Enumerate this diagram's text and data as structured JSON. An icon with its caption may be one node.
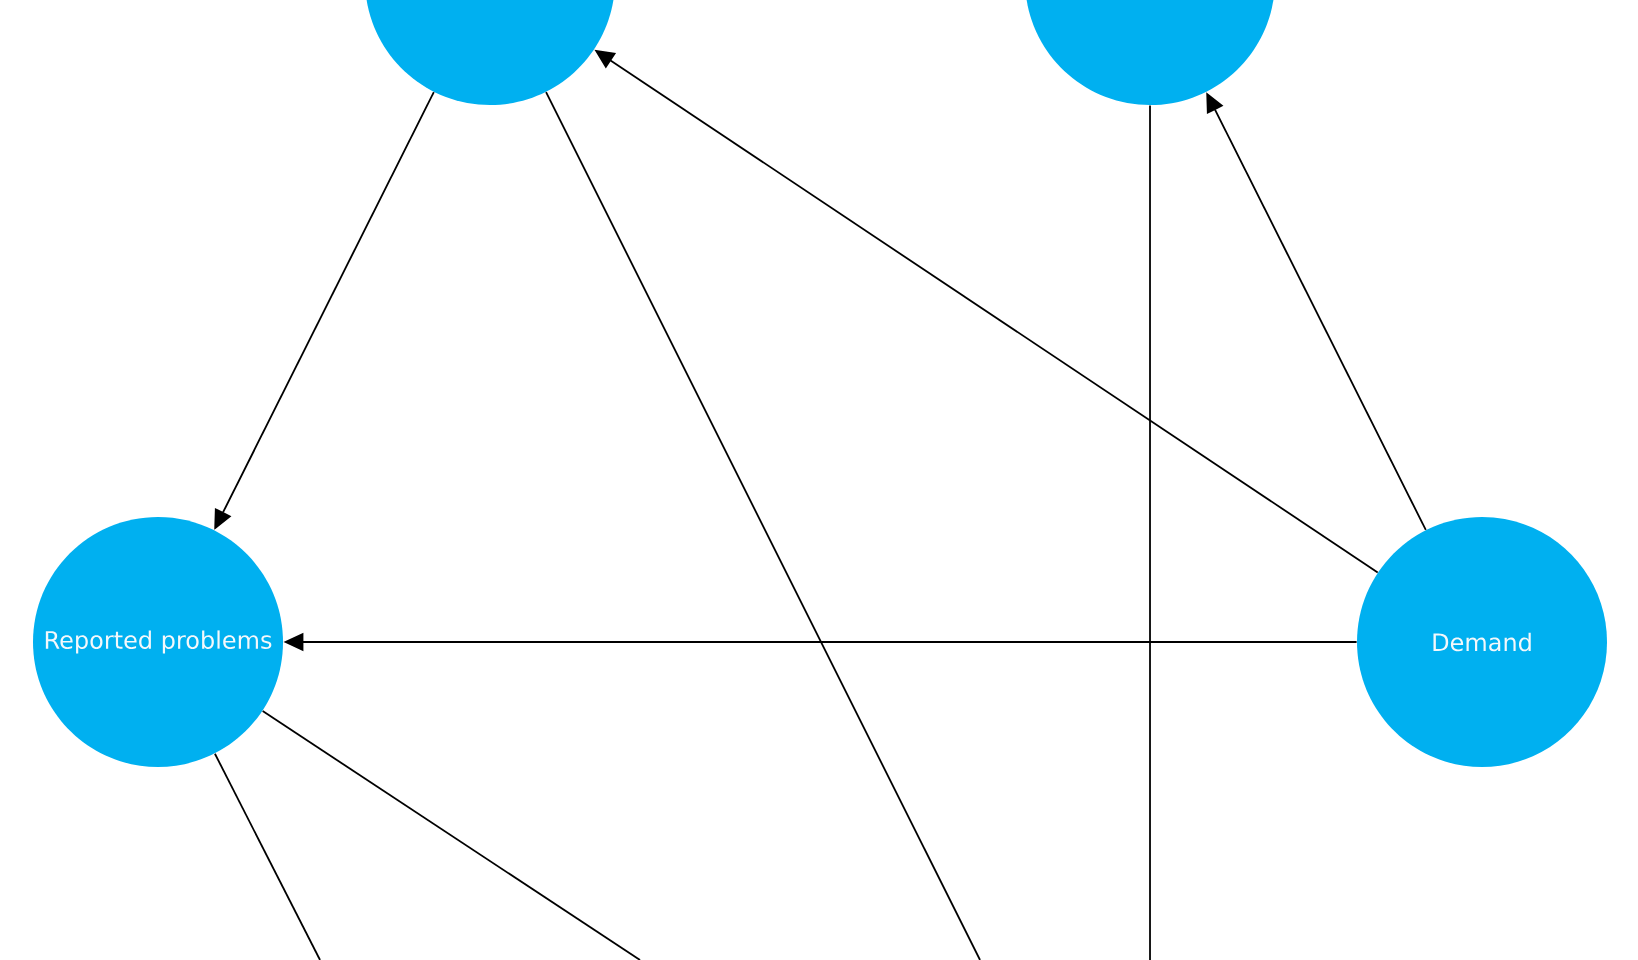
{
  "diagram": {
    "nodes": [
      {
        "text": [],
        "shape": "circle"
      },
      {
        "text": [],
        "shape": "circle"
      },
      {
        "text": [
          "Reported problems"
        ]
      },
      {
        "text": [
          "Demand"
        ]
      }
    ],
    "edges": [
      {
        "from": 0,
        "to": 2,
        "arrow": "to"
      },
      {
        "from": 3,
        "to": 0,
        "arrow": "to"
      },
      {
        "from": 3,
        "to": 1,
        "arrow": "to"
      },
      {
        "from": 3,
        "to": 2,
        "arrow": "to"
      },
      {
        "from": 2,
        "to": null,
        "arrow": "none"
      },
      {
        "from": 2,
        "to": null,
        "arrow": "none"
      },
      {
        "from": 0,
        "to": null,
        "arrow": "none"
      },
      {
        "from": 1,
        "to": null,
        "arrow": "none"
      }
    ]
  }
}
